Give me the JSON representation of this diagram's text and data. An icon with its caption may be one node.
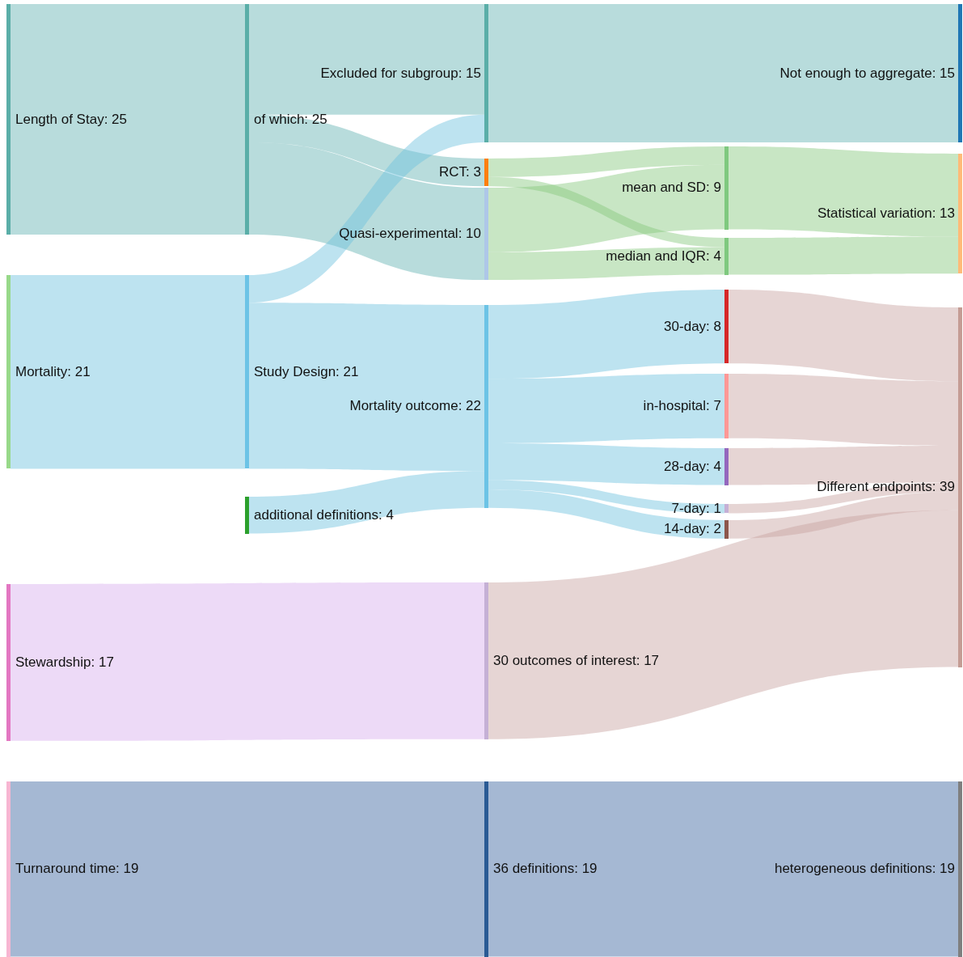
{
  "diagram": {
    "nodes": [
      {
        "text": [
          "Length of Stay: 25"
        ]
      },
      {
        "text": [
          "Mortality: 21"
        ]
      },
      {
        "text": [
          "Stewardship: 17"
        ]
      },
      {
        "text": [
          "Turnaround time: 19"
        ]
      },
      {
        "text": [
          "of which: 25"
        ]
      },
      {
        "text": [
          "Study Design: 21"
        ]
      },
      {
        "text": [
          "additional definitions: 4"
        ]
      },
      {
        "text": [
          "Excluded for subgroup: 15"
        ]
      },
      {
        "text": [
          "RCT: 3"
        ]
      },
      {
        "text": [
          "Quasi-experimental: 10"
        ]
      },
      {
        "text": [
          "Mortality outcome: 22"
        ]
      },
      {
        "text": [
          "30 outcomes of interest: 17"
        ]
      },
      {
        "text": [
          "36 definitions: 19"
        ]
      },
      {
        "text": [
          "mean and SD: 9"
        ]
      },
      {
        "text": [
          "median and IQR: 4"
        ]
      },
      {
        "text": [
          "30-day: 8"
        ]
      },
      {
        "text": [
          "in-hospital: 7"
        ]
      },
      {
        "text": [
          "28-day: 4"
        ]
      },
      {
        "text": [
          "7-day: 1"
        ]
      },
      {
        "text": [
          "14-day: 2"
        ]
      },
      {
        "text": [
          "Not enough to aggregate: 15"
        ]
      },
      {
        "text": [
          "Statistical variation: 13"
        ]
      },
      {
        "text": [
          "Different endpoints: 39"
        ]
      },
      {
        "text": [
          "heterogeneous definitions: 19"
        ]
      }
    ],
    "edges": [
      {
        "from": 0,
        "to": 4,
        "arrow": "none",
        "color": "#61b1b1"
      },
      {
        "from": 1,
        "to": 5,
        "arrow": "none",
        "color": "#6cc1de"
      },
      {
        "from": 2,
        "to": 11,
        "arrow": "none",
        "color": "#d7adee"
      },
      {
        "from": 3,
        "to": 12,
        "arrow": "none",
        "color": "#37619d"
      },
      {
        "from": 4,
        "to": 7,
        "arrow": "none",
        "color": "#61b1b1"
      },
      {
        "from": 4,
        "to": 8,
        "arrow": "none",
        "color": "#61b1b1"
      },
      {
        "from": 4,
        "to": 9,
        "arrow": "none",
        "color": "#61b1b1"
      },
      {
        "from": 5,
        "to": 7,
        "arrow": "none",
        "color": "#6cc1de"
      },
      {
        "from": 5,
        "to": 10,
        "arrow": "none",
        "color": "#6cc1de"
      },
      {
        "from": 6,
        "to": 10,
        "arrow": "none",
        "color": "#6cc1de"
      },
      {
        "from": 7,
        "to": 20,
        "arrow": "none",
        "color": "#61b1b1"
      },
      {
        "from": 8,
        "to": 13,
        "arrow": "none",
        "color": "#85c77c"
      },
      {
        "from": 8,
        "to": 14,
        "arrow": "none",
        "color": "#85c77c"
      },
      {
        "from": 9,
        "to": 13,
        "arrow": "none",
        "color": "#85c77c"
      },
      {
        "from": 9,
        "to": 14,
        "arrow": "none",
        "color": "#85c77c"
      },
      {
        "from": 10,
        "to": 15,
        "arrow": "none",
        "color": "#6cc1de"
      },
      {
        "from": 10,
        "to": 16,
        "arrow": "none",
        "color": "#6cc1de"
      },
      {
        "from": 10,
        "to": 17,
        "arrow": "none",
        "color": "#6cc1de"
      },
      {
        "from": 10,
        "to": 18,
        "arrow": "none",
        "color": "#6cc1de"
      },
      {
        "from": 10,
        "to": 19,
        "arrow": "none",
        "color": "#6cc1de"
      },
      {
        "from": 11,
        "to": 22,
        "arrow": "none",
        "color": "#c7a29f"
      },
      {
        "from": 12,
        "to": 23,
        "arrow": "none",
        "color": "#37619d"
      },
      {
        "from": 13,
        "to": 21,
        "arrow": "none",
        "color": "#85c77c"
      },
      {
        "from": 14,
        "to": 21,
        "arrow": "none",
        "color": "#85c77c"
      },
      {
        "from": 15,
        "to": 22,
        "arrow": "none",
        "color": "#c7a29f"
      },
      {
        "from": 16,
        "to": 22,
        "arrow": "none",
        "color": "#c7a29f"
      },
      {
        "from": 17,
        "to": 22,
        "arrow": "none",
        "color": "#c7a29f"
      },
      {
        "from": 18,
        "to": 22,
        "arrow": "none",
        "color": "#c7a29f"
      },
      {
        "from": 19,
        "to": 22,
        "arrow": "none",
        "color": "#c7a29f"
      }
    ]
  }
}
